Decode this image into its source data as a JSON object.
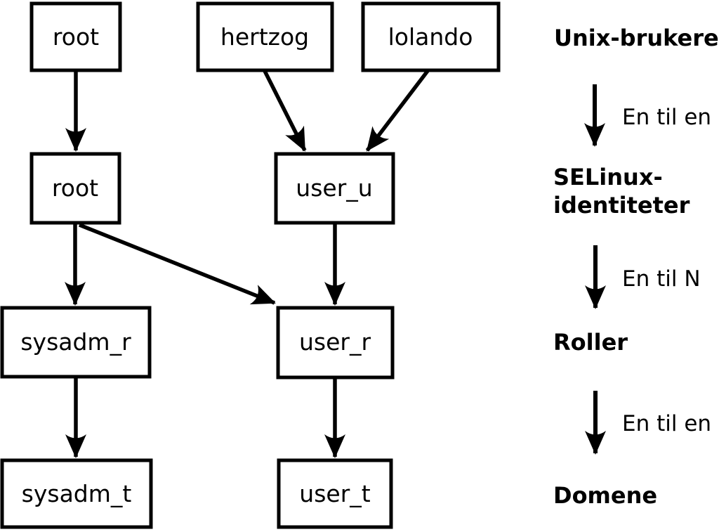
{
  "colors": {
    "background": "#ffffff",
    "line": "#000000",
    "node_fill": "#ffffff",
    "text": "#000000"
  },
  "nodes": {
    "unix_root": {
      "label": "root"
    },
    "unix_hertzog": {
      "label": "hertzog"
    },
    "unix_lolando": {
      "label": "lolando"
    },
    "selinux_root": {
      "label": "root"
    },
    "selinux_user_u": {
      "label": "user_u"
    },
    "role_sysadm_r": {
      "label": "sysadm_r"
    },
    "role_user_r": {
      "label": "user_r"
    },
    "domain_sysadm_t": {
      "label": "sysadm_t"
    },
    "domain_user_t": {
      "label": "user_t"
    }
  },
  "legend": {
    "level_unix_users": "Unix-brukere",
    "mapping_1": "En til en",
    "level_selinux_identities_line1": "SELinux-",
    "level_selinux_identities_line2": "identiteter",
    "mapping_2": "En til N",
    "level_roles": "Roller",
    "mapping_3": "En til en",
    "level_domains": "Domene"
  }
}
